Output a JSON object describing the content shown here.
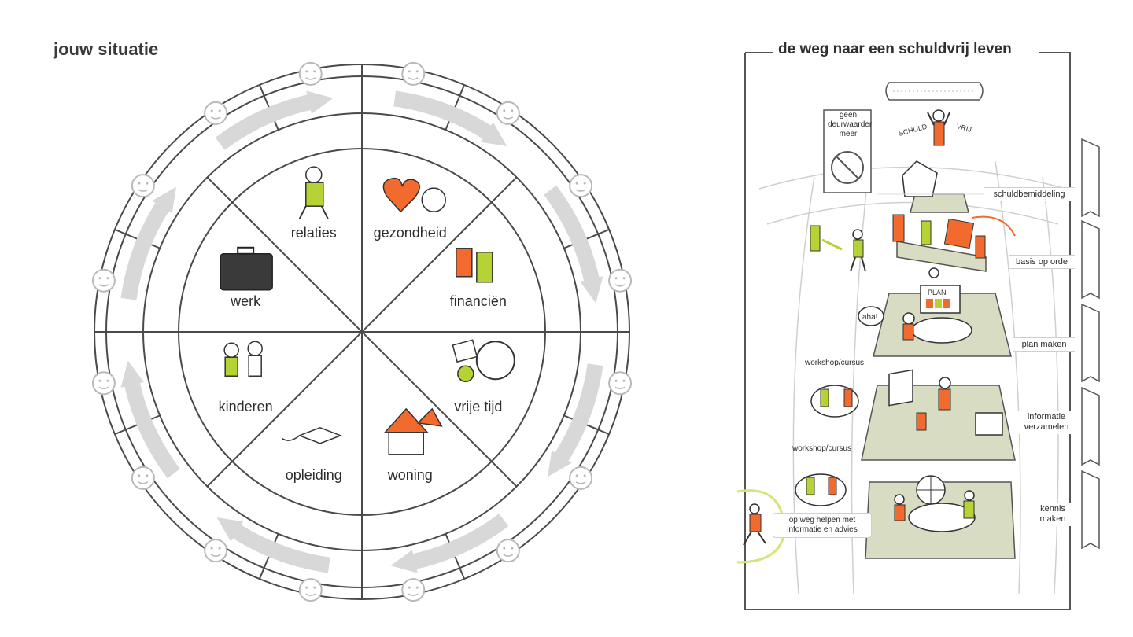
{
  "left": {
    "title": "jouw situatie",
    "segments": [
      {
        "key": "gezondheid",
        "label": "gezondheid",
        "icon": "heart-and-yinyang-icon"
      },
      {
        "key": "financien",
        "label": "financiën",
        "icon": "euro-tags-icon"
      },
      {
        "key": "vrije_tijd",
        "label": "vrije tijd",
        "icon": "soccer-ball-and-cards-icon"
      },
      {
        "key": "woning",
        "label": "woning",
        "icon": "house-icon"
      },
      {
        "key": "opleiding",
        "label": "opleiding",
        "icon": "graduation-cap-icon"
      },
      {
        "key": "kinderen",
        "label": "kinderen",
        "icon": "children-icon"
      },
      {
        "key": "werk",
        "label": "werk",
        "icon": "briefcase-icon"
      },
      {
        "key": "relaties",
        "label": "relaties",
        "icon": "people-icon"
      }
    ]
  },
  "right": {
    "title": "de weg naar een schuldvrij leven",
    "top_sign": {
      "line1": "geen",
      "line2": "deurwaarder",
      "line3": "meer"
    },
    "top_letters": {
      "left": "SCHULD",
      "right": "VRIJ"
    },
    "plan_sign": "PLAN",
    "bubble": "aha!",
    "steps": [
      {
        "label": "schuldbemiddeling"
      },
      {
        "label": "basis op orde"
      },
      {
        "label": "plan maken"
      },
      {
        "line1": "informatie",
        "line2": "verzamelen"
      },
      {
        "line1": "kennis",
        "line2": "maken"
      }
    ],
    "workshop_labels": [
      "workshop/cursus",
      "workshop/cursus"
    ],
    "bottom_callout": {
      "line1": "op weg helpen met",
      "line2": "informatie en advies"
    }
  },
  "colors": {
    "orange": "#f26a2e",
    "lime": "#b5d334",
    "olive_platform": "#d7dcc2",
    "arrow_gray": "#d8d8d8",
    "line": "#4a4a4a"
  }
}
